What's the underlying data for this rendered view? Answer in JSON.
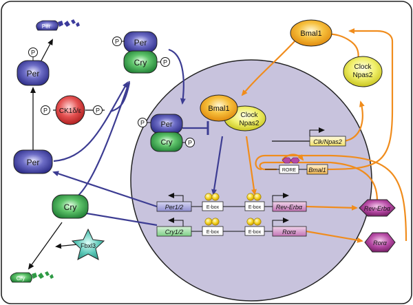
{
  "nodes": {
    "per_left": "Per",
    "per_lower": "Per",
    "per_top": "Per",
    "per_nucleus": "Per",
    "per_degraded": "Per",
    "cry_top": "Cry",
    "cry_left": "Cry",
    "cry_nucleus": "Cry",
    "cry_degraded": "Cry",
    "ck": "CK1δ/ε",
    "fbxl3": "Fbxl3",
    "bmal1_top": "Bmal1",
    "clock_top_line1": "Clock",
    "clock_top_line2": "Npas2",
    "bmal1_nuc": "Bmal1",
    "clock_nuc_line1": "Clock",
    "clock_nuc_line2": "Npas2",
    "rev_erb_out": "Rev-Erbα",
    "rora_out": "Rorα"
  },
  "phospho": "P",
  "genes": {
    "per12": "Per1/2",
    "cry12": "Cry1/2",
    "rev_erb": "Rev-Erbα",
    "rora": "Rorα",
    "clk_npas2": "Clk/Npas2",
    "bmal1": "Bmal1"
  },
  "elements": {
    "ebox": "E-box",
    "rore": "RORE"
  },
  "colors": {
    "nucleus": "#c8c3dd",
    "per": "#3b3a9c",
    "cry": "#2f9a45",
    "ck": "#d63b3b",
    "fbxl3": "#49b9a9",
    "bmal1": "#f0a41a",
    "clock": "#e6e44a",
    "rev_erb": "#a0388f",
    "blue_arrow": "#3c3c92",
    "orange_arrow": "#f08c1c"
  }
}
